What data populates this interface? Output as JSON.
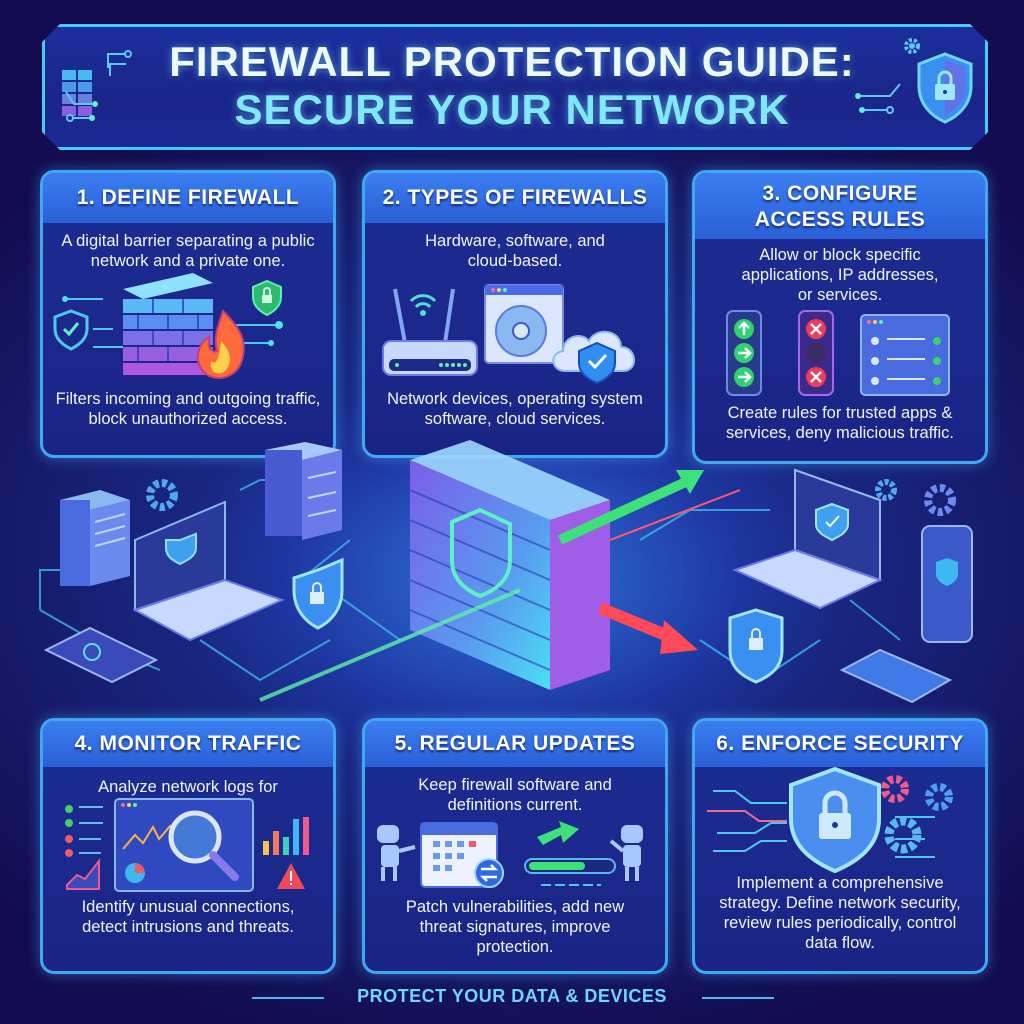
{
  "header": {
    "title_line1": "FIREWALL PROTECTION GUIDE:",
    "title_line2": "SECURE YOUR NETWORK",
    "icons": [
      "brick-wall-icon",
      "circuit-lines-icon",
      "gear-icon",
      "shield-lock-icon"
    ]
  },
  "cards": [
    {
      "title": "1. DEFINE FIREWALL",
      "text_top": "A digital barrier separating a public network and a private one.",
      "text_bottom": "Filters incoming and outgoing traffic, block unauthorized access.",
      "icons": [
        "brick-wall-icon",
        "fire-icon",
        "shield-check-icon",
        "shield-lock-icon"
      ]
    },
    {
      "title": "2. TYPES OF FIREWALLS",
      "text_top": "Hardware, software, and cloud-based.",
      "text_bottom": "Network devices, operating system software, cloud services.",
      "icons": [
        "router-icon",
        "software-disc-icon",
        "cloud-shield-icon"
      ]
    },
    {
      "title": "3. CONFIGURE ACCESS RULES",
      "text_top": "Allow or block specific applications, IP addresses, or services.",
      "text_bottom": "Create rules for trusted apps & services, deny malicious traffic.",
      "icons": [
        "traffic-light-allow-icon",
        "traffic-light-block-icon",
        "user-rules-list-icon"
      ]
    },
    {
      "title": "4. MONITOR TRAFFIC",
      "text_top": "Analyze network logs for",
      "text_bottom": "Identify unusual connections, detect intrusions and threats.",
      "icons": [
        "dashboard-icon",
        "magnifier-icon",
        "bar-chart-icon",
        "warning-icon"
      ]
    },
    {
      "title": "5. REGULAR UPDATES",
      "text_top": "Keep firewall software and definitions current.",
      "text_bottom": "Patch vulnerabilities, add new threat signatures, improve protection.",
      "icons": [
        "robot-icon",
        "calendar-icon",
        "sync-icon",
        "progress-bar-icon",
        "arrow-icon"
      ]
    },
    {
      "title": "6. ENFORCE SECURITY",
      "text_top": "",
      "text_bottom": "Implement a comprehensive strategy. Define network security, review rules periodically, control data flow.",
      "icons": [
        "shield-lock-icon",
        "gear-icon",
        "circuit-lines-icon"
      ]
    }
  ],
  "center_illustration": {
    "icons": [
      "server-icon",
      "laptop-icon",
      "phone-icon",
      "shield-lock-icon",
      "firewall-wall-icon",
      "allowed-traffic-arrow-icon",
      "blocked-traffic-arrow-icon",
      "gear-icon"
    ]
  },
  "footer": {
    "text": "PROTECT YOUR DATA & DEVICES"
  },
  "colors": {
    "background": "#140c52",
    "accent_cyan": "#49c9f5",
    "card_header": "#3a7ef0",
    "allow_green": "#3ee07a",
    "block_red": "#ff4a5a"
  }
}
